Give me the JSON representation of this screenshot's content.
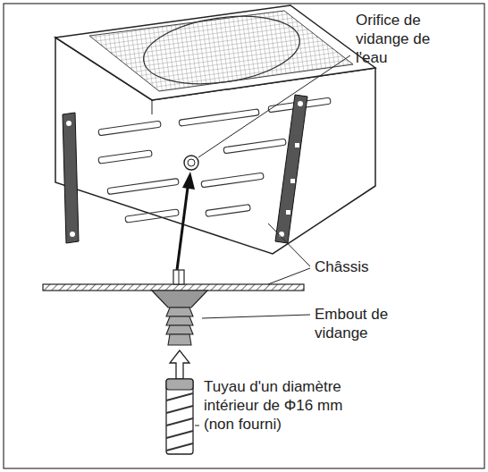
{
  "diagram": {
    "labels": [
      "Orifice de vidange de l'eau",
      "Châssis",
      "Embout de vidange",
      "Tuyau d'un diamètre intérieur de Φ16 mm (non fourni)"
    ]
  }
}
